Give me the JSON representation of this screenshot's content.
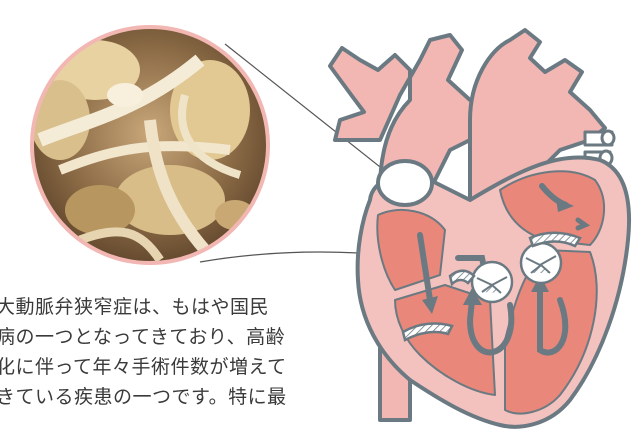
{
  "figure": {
    "photo": "aortic-valve-close-up-photo",
    "diagram": "heart-cross-section",
    "colors": {
      "outline": "#6b7a82",
      "vessel": "#f2b7b3",
      "muscle": "#f4c2be",
      "chamber": "#e8877a",
      "arrow": "#6b7a82",
      "valve_white": "#ffffff",
      "leader_line": "#555555"
    }
  },
  "paragraph": {
    "lines": [
      "大動脈弁狭窄症は、もはや国民",
      "病の一つとなってきており、高齢",
      "化に伴って年々手術件数が増えて",
      "きている疾患の一つです。特に最"
    ]
  }
}
